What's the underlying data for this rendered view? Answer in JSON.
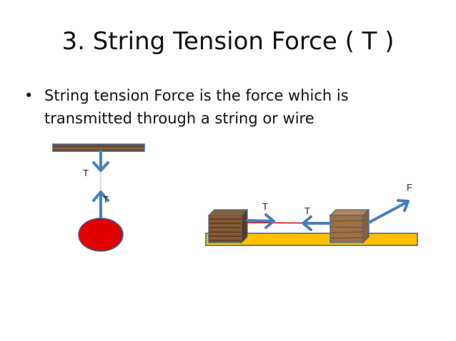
{
  "slide": {
    "title": "3. String Tension Force ( T )",
    "bullet_symbol": "•",
    "bullet_text": "String tension Force is the force which is transmitted through a string or wire"
  },
  "diagram": {
    "hanging": {
      "upper_label": "T",
      "lower_label": "T",
      "ball_color": "#e00000"
    },
    "horizontal": {
      "left_label": "T",
      "right_label": "T",
      "applied_force_label": "F",
      "table_color": "#ffc000",
      "string_color": "#e00000"
    },
    "arrow_color": "#4a7ebb"
  }
}
